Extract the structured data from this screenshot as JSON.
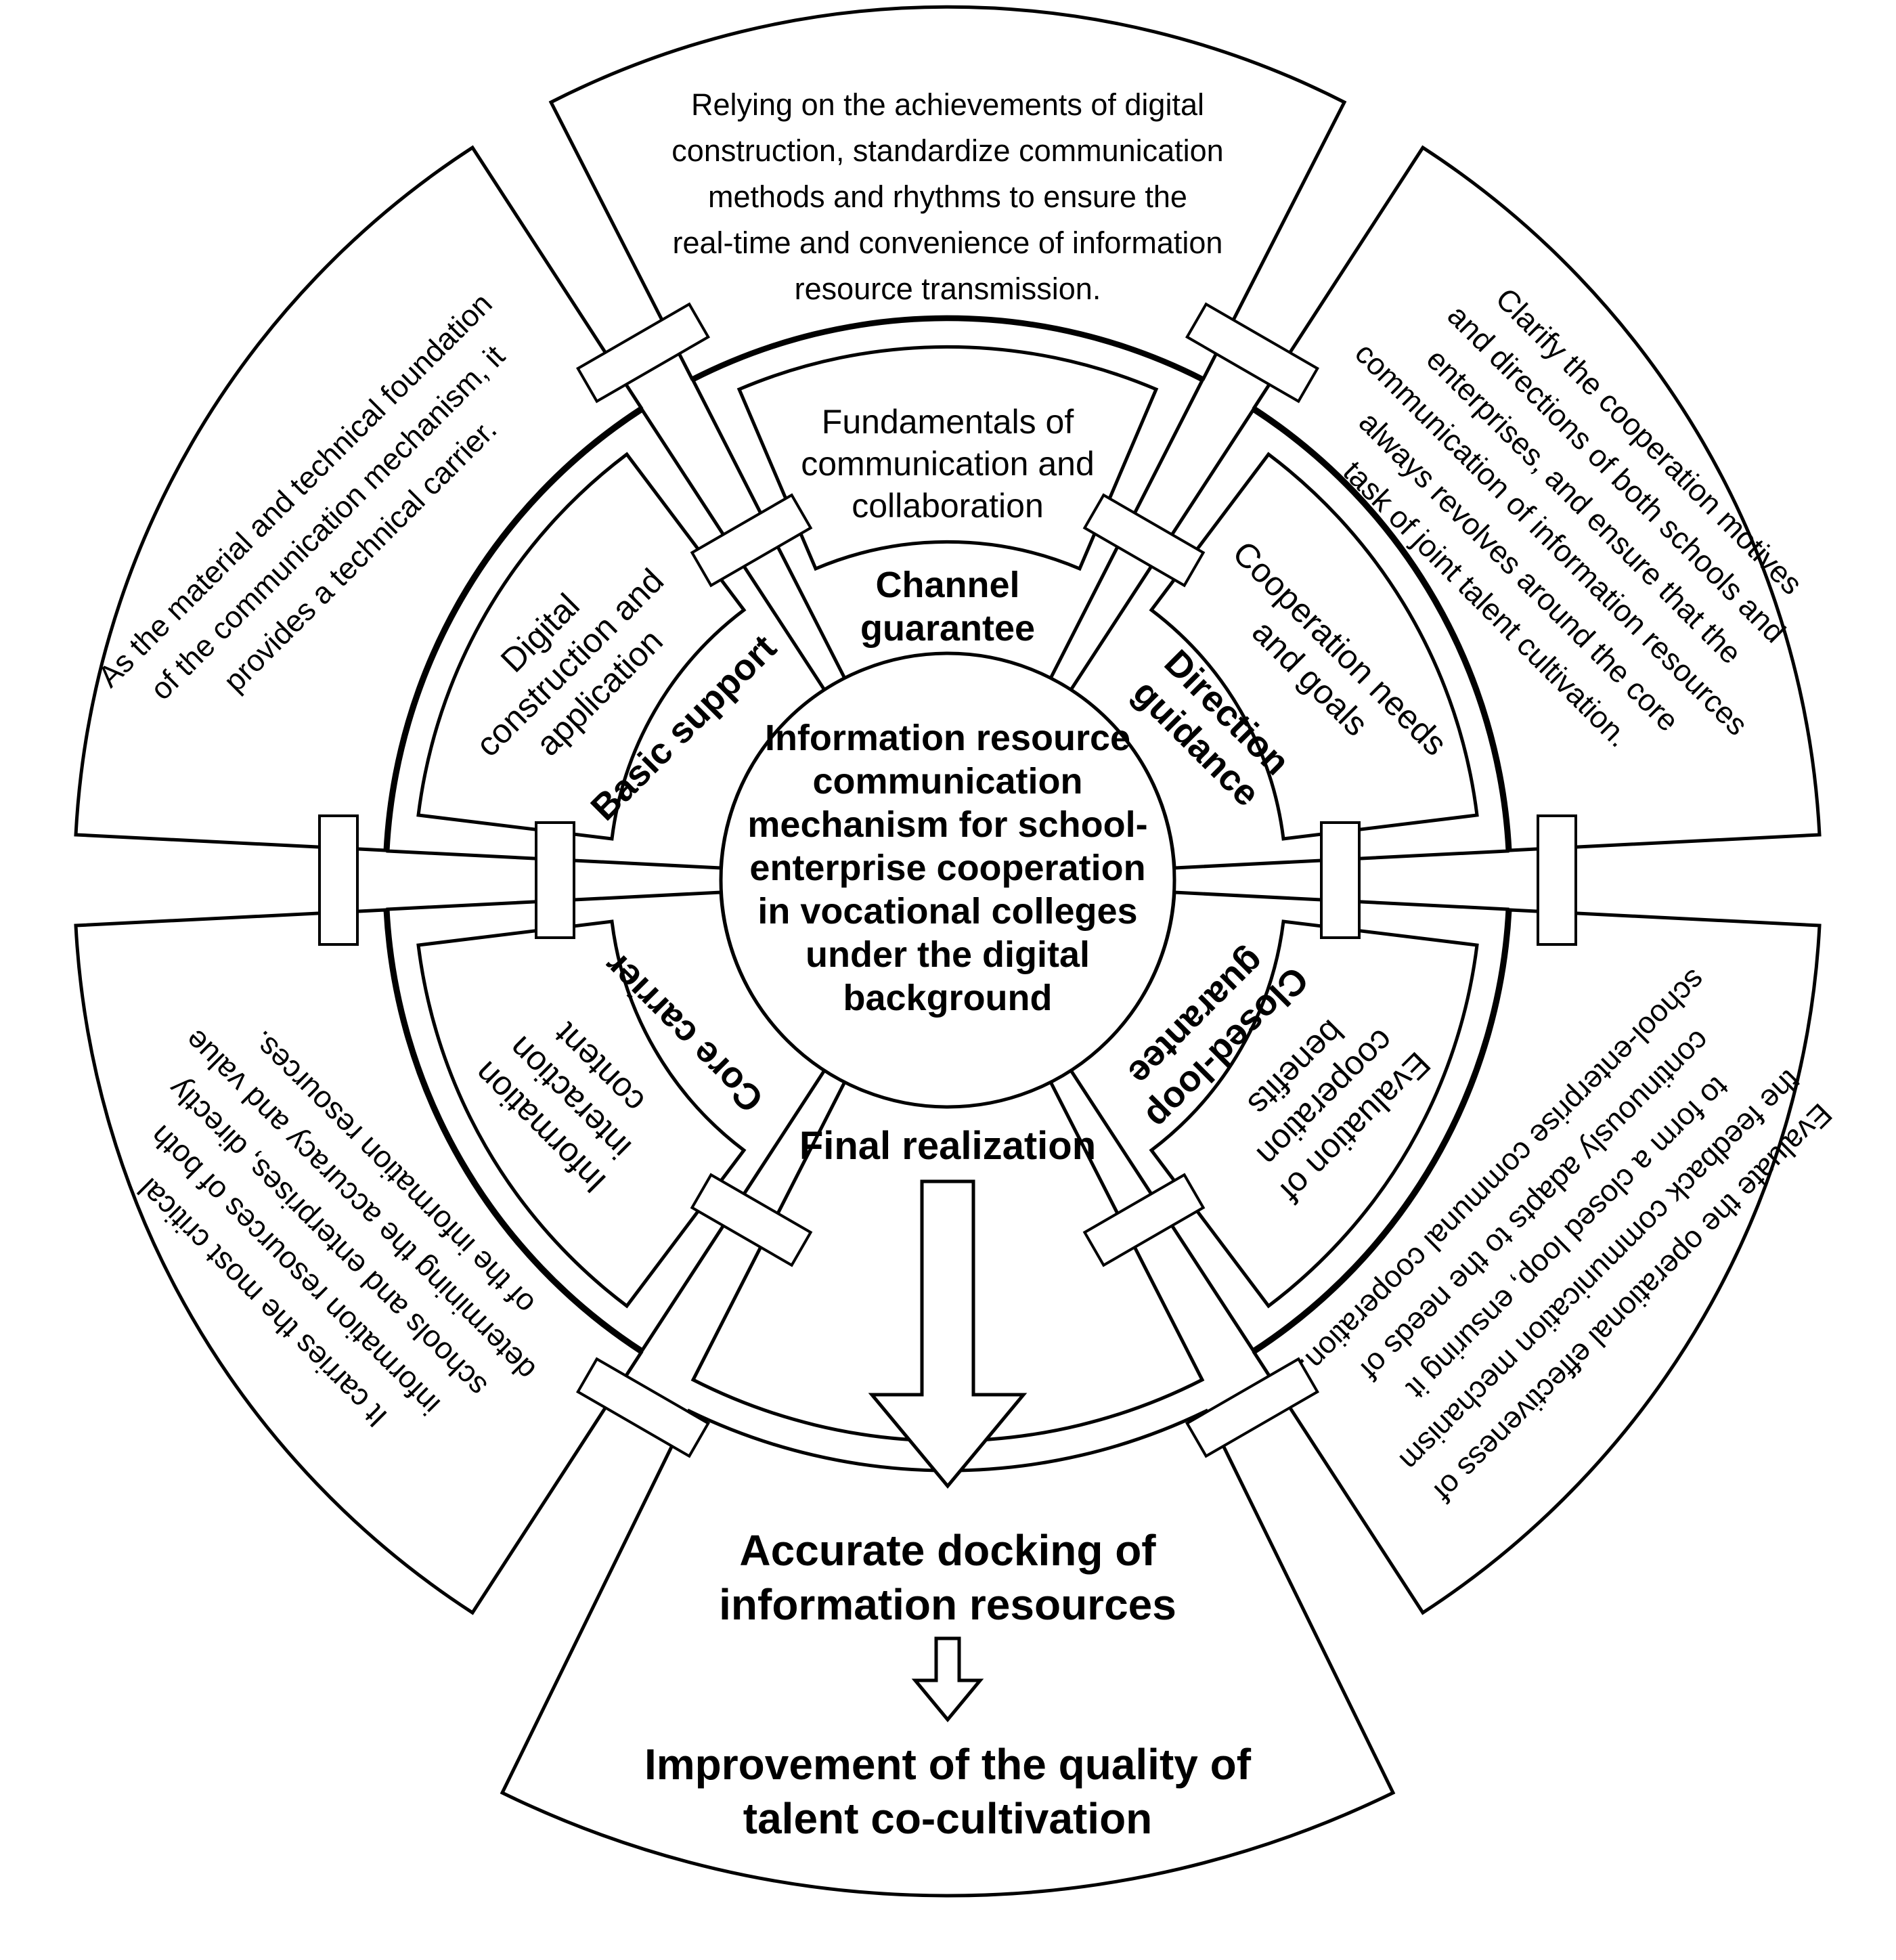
{
  "colors": {
    "background": "#ffffff",
    "line": "#000000",
    "text": "#000000"
  },
  "center": {
    "title": "Information resource communication mechanism for school-enterprise cooperation in vocational colleges under the digital background",
    "title_lines": [
      "Information resource",
      "communication",
      "mechanism for school-",
      "enterprise cooperation",
      "in vocational colleges",
      "under the digital",
      "background"
    ]
  },
  "sectors": {
    "channel": {
      "label_lines": [
        "Channel",
        "guarantee"
      ],
      "sub_lines": [
        "Fundamentals of",
        "communication and",
        "collaboration"
      ],
      "desc_lines": [
        "Relying on the achievements of digital",
        "construction, standardize communication",
        "methods and rhythms to ensure the",
        "real-time and convenience of information",
        "resource transmission."
      ]
    },
    "basic": {
      "label": "Basic support",
      "sub_lines": [
        "Digital",
        "construction and",
        "application"
      ],
      "desc_lines": [
        "As the material and technical foundation",
        "of the communication mechanism, it",
        "provides a technical carrier."
      ]
    },
    "direction": {
      "label_lines": [
        "Direction",
        "guidance"
      ],
      "sub_lines": [
        "Cooperation needs",
        "and goals"
      ],
      "desc_lines": [
        "Clarify the cooperation motives",
        "and directions of both schools and",
        "enterprises, and ensure that the",
        "communication of information resources",
        "always revolves around the core",
        "task of joint talent cultivation."
      ]
    },
    "core": {
      "label": "Core carrier",
      "sub_lines": [
        "Information",
        "interaction",
        "content"
      ],
      "desc_lines": [
        "It carries the most critical",
        "information resources of both",
        "schools and enterprises, directly",
        "determining the accuracy and value",
        "of the information resources."
      ]
    },
    "closedloop": {
      "label_lines": [
        "Closed-loop",
        "guarantee"
      ],
      "sub_lines": [
        "Evaluation of",
        "cooperation",
        "benefits"
      ],
      "desc_lines": [
        "Evaluate the operational effectiveness of",
        "the feedback communication mechanism",
        "to form a closed loop, ensuring it",
        "continuously adapts to the needs of",
        "school-enterprise communal cooperation."
      ]
    }
  },
  "final": {
    "label": "Final realization",
    "outcome_top": "Accurate docking of information resources",
    "outcome_top_lines": [
      "Accurate docking of",
      "information resources"
    ],
    "outcome_bottom": "Improvement of the quality of talent co-cultivation",
    "outcome_bottom_lines": [
      "Improvement of the quality of",
      "talent co-cultivation"
    ]
  }
}
